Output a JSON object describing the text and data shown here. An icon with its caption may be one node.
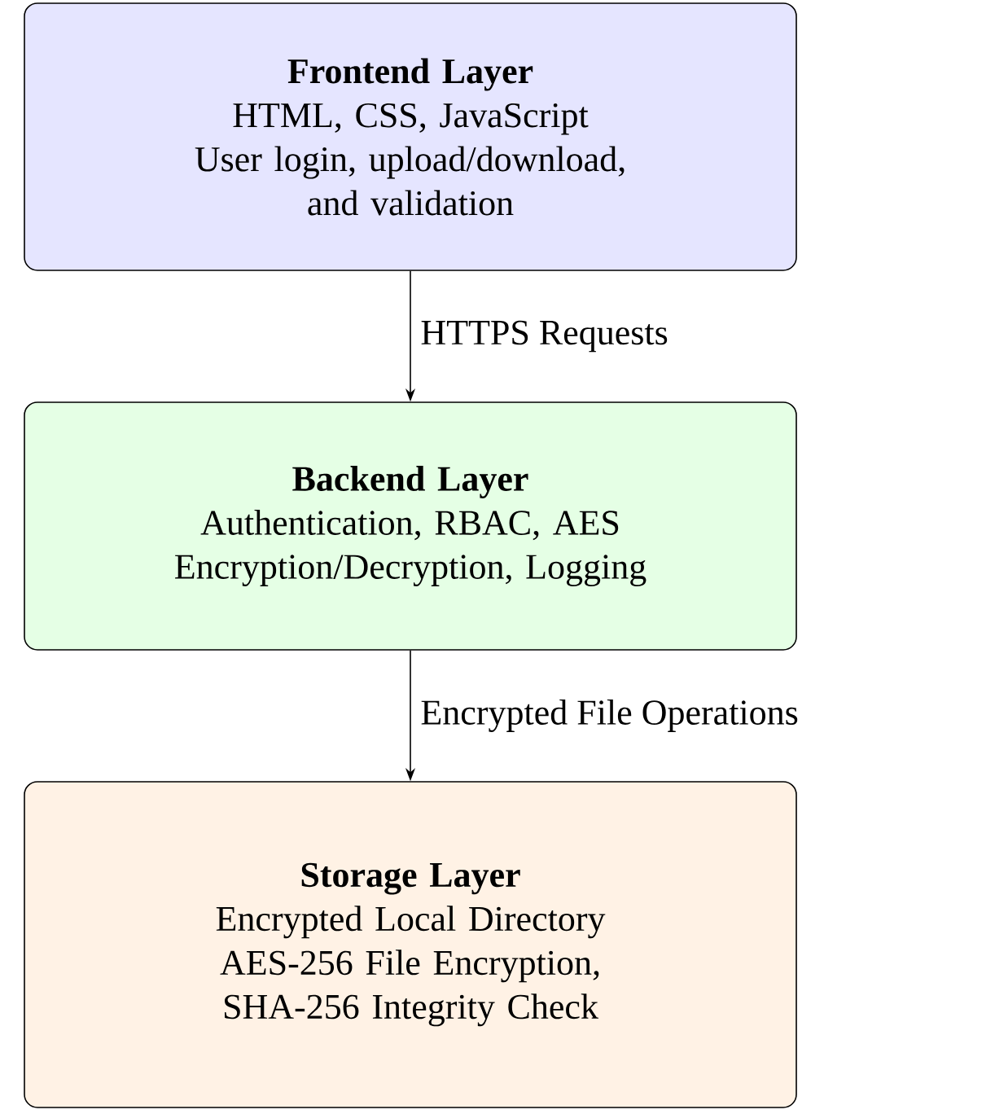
{
  "diagram": {
    "nodes": [
      {
        "text": [
          "Frontend Layer",
          "HTML, CSS, JavaScript",
          "User login, upload/download, and validation"
        ]
      },
      {
        "text": [
          "Backend Layer",
          "Authentication, RBAC, AES Encryption/Decryption, Logging"
        ]
      },
      {
        "text": [
          "Storage Layer",
          "Encrypted Local Directory",
          "AES-256 File Encryption, SHA-256 Integrity Check"
        ]
      }
    ],
    "edges": [
      {
        "from": 0,
        "to": 1,
        "arrow": "to",
        "label": "HTTPS Requests"
      },
      {
        "from": 1,
        "to": 2,
        "arrow": "to",
        "label": "Encrypted File Operations"
      }
    ]
  }
}
